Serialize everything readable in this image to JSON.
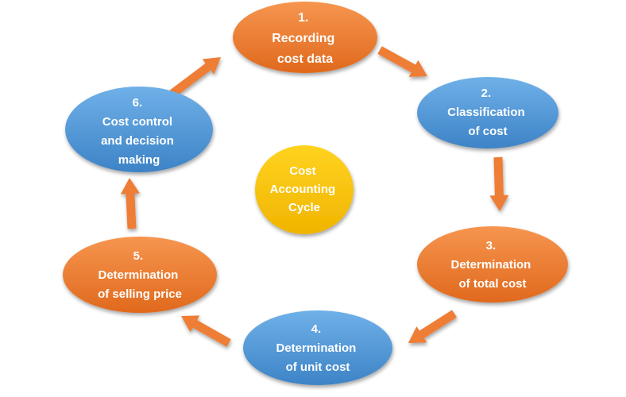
{
  "center": {
    "lines": [
      "Cost",
      "Accounting",
      "Cycle"
    ],
    "color": "#f7c215"
  },
  "steps": [
    {
      "lines": [
        "1.",
        "Recording",
        "cost data"
      ],
      "color": "#ee7d34"
    },
    {
      "lines": [
        "2.",
        "Classification",
        "of cost"
      ],
      "color": "#5b9bd5"
    },
    {
      "lines": [
        "3.",
        "Determination",
        "of total cost"
      ],
      "color": "#ee7d34"
    },
    {
      "lines": [
        "4.",
        "Determination",
        "of unit cost"
      ],
      "color": "#5b9bd5"
    },
    {
      "lines": [
        "5.",
        "Determination",
        "of selling price"
      ],
      "color": "#ee7d34"
    },
    {
      "lines": [
        "6.",
        "Cost control",
        "and decision",
        "making"
      ],
      "color": "#5b9bd5"
    }
  ],
  "arrow_color": "#ee7d34"
}
